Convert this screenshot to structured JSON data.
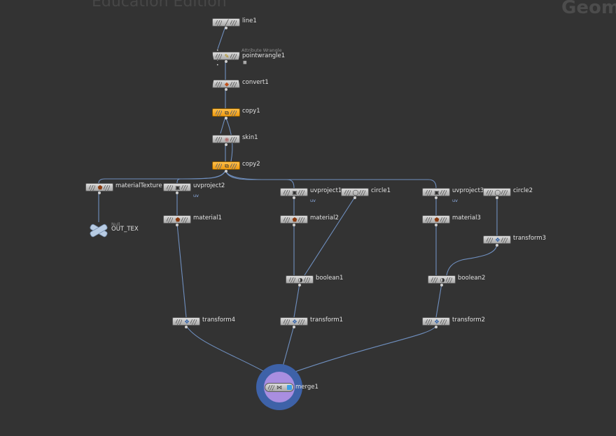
{
  "watermark": {
    "edition": "Education Edition",
    "context": "Geom"
  },
  "colors": {
    "background": "#333333",
    "wire": "#6f8fbf",
    "node_default": "#c4c4c4",
    "node_highlight": "#f5a623",
    "merge_ring": "#3e62a8",
    "merge_inner": "#a98ee0"
  },
  "nodes": {
    "line1": {
      "name": "line1",
      "icon": "line-icon"
    },
    "pointwrangle1": {
      "name": "pointwrangle1",
      "type_label": "Attribute Wrangle",
      "icon": "wrangle-icon"
    },
    "convert1": {
      "name": "convert1",
      "icon": "convert-icon"
    },
    "copy1": {
      "name": "copy1",
      "icon": "copy-icon"
    },
    "skin1": {
      "name": "skin1",
      "icon": "skin-icon"
    },
    "copy2": {
      "name": "copy2",
      "icon": "copy-icon"
    },
    "materialTexture": {
      "name": "materialTexture",
      "icon": "material-icon"
    },
    "OUT_TEX": {
      "name": "OUT_TEX",
      "type_label": "Null",
      "icon": "null-icon"
    },
    "uvproject2": {
      "name": "uvproject2",
      "comment": "uv",
      "icon": "uvproject-icon"
    },
    "material1": {
      "name": "material1",
      "icon": "material-icon"
    },
    "transform4": {
      "name": "transform4",
      "icon": "transform-icon"
    },
    "uvproject1": {
      "name": "uvproject1",
      "comment": "uv",
      "icon": "uvproject-icon"
    },
    "circle1": {
      "name": "circle1",
      "icon": "circle-icon"
    },
    "material2": {
      "name": "material2",
      "icon": "material-icon"
    },
    "boolean1": {
      "name": "boolean1",
      "icon": "boolean-icon"
    },
    "transform1": {
      "name": "transform1",
      "icon": "transform-icon"
    },
    "uvproject3": {
      "name": "uvproject3",
      "comment": "uv",
      "icon": "uvproject-icon"
    },
    "circle2": {
      "name": "circle2",
      "icon": "circle-icon"
    },
    "material3": {
      "name": "material3",
      "icon": "material-icon"
    },
    "transform3": {
      "name": "transform3",
      "icon": "transform-icon"
    },
    "boolean2": {
      "name": "boolean2",
      "icon": "boolean-icon"
    },
    "transform2": {
      "name": "transform2",
      "icon": "transform-icon"
    },
    "merge1": {
      "name": "merge1",
      "icon": "merge-icon"
    }
  }
}
